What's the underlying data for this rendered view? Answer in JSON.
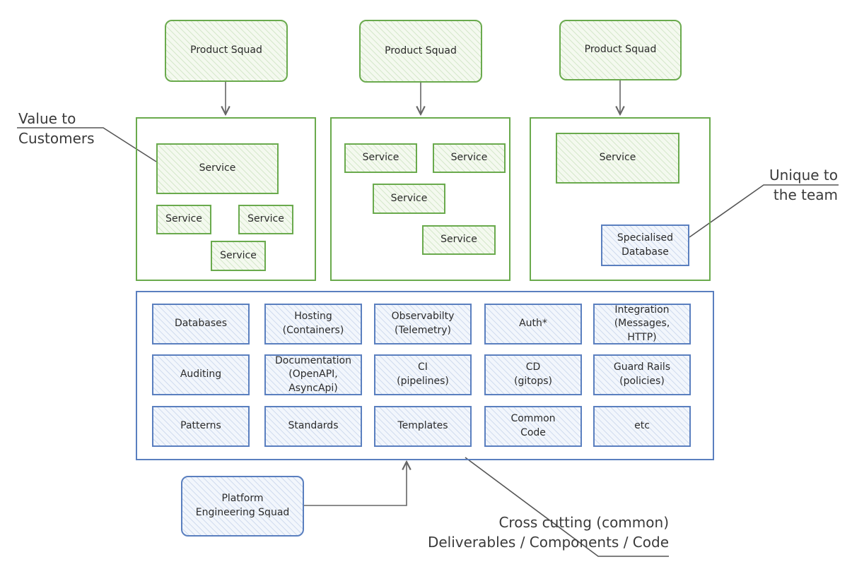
{
  "product_squads": [
    {
      "label": "Product Squad"
    },
    {
      "label": "Product Squad"
    },
    {
      "label": "Product Squad"
    }
  ],
  "squad_1_services": [
    "Service",
    "Service",
    "Service",
    "Service"
  ],
  "squad_2_services": [
    "Service",
    "Service",
    "Service",
    "Service"
  ],
  "squad_3_services": [
    "Service"
  ],
  "specialised_database": "Specialised\nDatabase",
  "platform_components": [
    "Databases",
    "Hosting\n(Containers)",
    "Observabilty\n(Telemetry)",
    "Auth*",
    "Integration\n(Messages,\nHTTP)",
    "Auditing",
    "Documentation\n(OpenAPI,\nAsyncApi)",
    "CI\n(pipelines)",
    "CD\n(gitops)",
    "Guard Rails\n(policies)",
    "Patterns",
    "Standards",
    "Templates",
    "Common\nCode",
    "etc"
  ],
  "platform_squad": "Platform\nEngineering Squad",
  "annotations": {
    "value": [
      "Value to",
      "Customers"
    ],
    "unique": [
      "Unique to",
      "the team"
    ],
    "cross": [
      "Cross cutting (common)",
      "Deliverables / Components / Code"
    ]
  },
  "colors": {
    "product_green": "#6aaa4d",
    "platform_blue": "#5a7fbf",
    "connector": "#666666"
  }
}
